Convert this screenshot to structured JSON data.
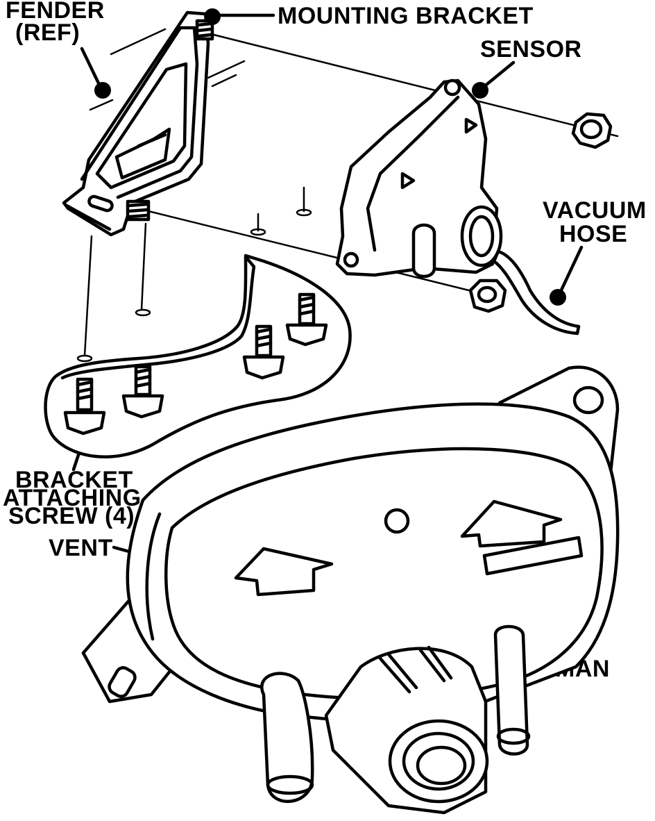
{
  "labels": {
    "fender": "FENDER",
    "fender_ref": "(REF)",
    "mounting_bracket": "MOUNTING BRACKET",
    "sensor": "SENSOR",
    "vacuum": "VACUUM",
    "hose": "HOSE",
    "bracket_l1": "BRACKET",
    "bracket_l2": "ATTACHING",
    "bracket_l3": "SCREW (4)",
    "vent": "VENT",
    "man": "MAN"
  }
}
